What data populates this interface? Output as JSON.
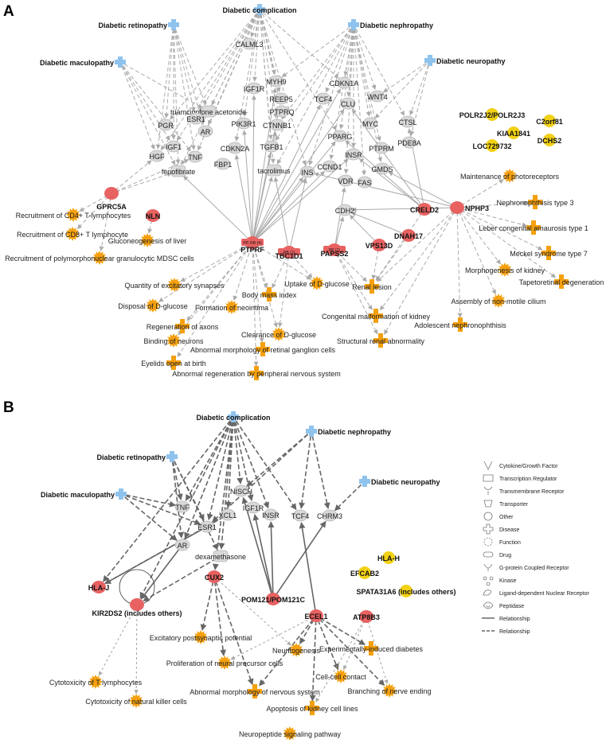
{
  "colors": {
    "disease_blue": "#8fc3ee",
    "function_orange": "#f5a00e",
    "gene_red": "#e86262",
    "gene_yellow": "#f2d114",
    "gene_gray": "#d9d9d9",
    "edge_light": "#aaaaaa",
    "edge_dark": "#666666"
  },
  "panel_a": {
    "label": "A",
    "nodes": [
      {
        "id": "dcomp",
        "label": "Diabetic complication",
        "type": "disease",
        "bold": true
      },
      {
        "id": "dret",
        "label": "Diabetic retinopathy",
        "type": "disease",
        "bold": true
      },
      {
        "id": "dnep",
        "label": "Diabetic nephropathy",
        "type": "disease",
        "bold": true
      },
      {
        "id": "dmac",
        "label": "Diabetic maculopathy",
        "type": "disease",
        "bold": true
      },
      {
        "id": "dneu",
        "label": "Diabetic neuropathy",
        "type": "disease",
        "bold": true
      },
      {
        "id": "calml3",
        "label": "CALML3",
        "type": "gene"
      },
      {
        "id": "myh9",
        "label": "MYH9",
        "type": "gene"
      },
      {
        "id": "cdkn1a",
        "label": "CDKN1A",
        "type": "gene"
      },
      {
        "id": "wnt4",
        "label": "WNT4",
        "type": "gene"
      },
      {
        "id": "igf1r",
        "label": "IGF1R",
        "type": "gene"
      },
      {
        "id": "reep5",
        "label": "REEP5",
        "type": "gene"
      },
      {
        "id": "tcf4",
        "label": "TCF4",
        "type": "gene"
      },
      {
        "id": "clu",
        "label": "CLU",
        "type": "gene"
      },
      {
        "id": "triam",
        "label": "triamcinolone acetonide",
        "type": "drug"
      },
      {
        "id": "esr1",
        "label": "ESR1",
        "type": "gene"
      },
      {
        "id": "ptprq",
        "label": "PTPRQ",
        "type": "gene"
      },
      {
        "id": "pgr",
        "label": "PGR",
        "type": "gene"
      },
      {
        "id": "ar",
        "label": "AR",
        "type": "gene"
      },
      {
        "id": "pik3r1",
        "label": "PIK3R1",
        "type": "gene"
      },
      {
        "id": "ctnnb1",
        "label": "CTNNB1",
        "type": "gene"
      },
      {
        "id": "myc",
        "label": "MYC",
        "type": "gene"
      },
      {
        "id": "ctsl",
        "label": "CTSL",
        "type": "gene"
      },
      {
        "id": "igf1",
        "label": "IGF1",
        "type": "gene"
      },
      {
        "id": "tgfb1",
        "label": "TGFB1",
        "type": "gene"
      },
      {
        "id": "pparg",
        "label": "PPARG",
        "type": "gene"
      },
      {
        "id": "pde8a",
        "label": "PDE8A",
        "type": "gene"
      },
      {
        "id": "hgf",
        "label": "HGF",
        "type": "gene"
      },
      {
        "id": "tnf",
        "label": "TNF",
        "type": "gene"
      },
      {
        "id": "cdkn2a",
        "label": "CDKN2A",
        "type": "gene"
      },
      {
        "id": "insr",
        "label": "INSR",
        "type": "gene"
      },
      {
        "id": "ptprm",
        "label": "PTPRM",
        "type": "gene"
      },
      {
        "id": "fenofibrate",
        "label": "fenofibrate",
        "type": "drug"
      },
      {
        "id": "fbp1",
        "label": "FBP1",
        "type": "gene"
      },
      {
        "id": "tacrolimus",
        "label": "tacrolimus",
        "type": "drug"
      },
      {
        "id": "ins",
        "label": "INS",
        "type": "gene"
      },
      {
        "id": "ccnd1",
        "label": "CCND1",
        "type": "gene"
      },
      {
        "id": "gmds",
        "label": "GMDS",
        "type": "gene"
      },
      {
        "id": "vdr",
        "label": "VDR",
        "type": "gene"
      },
      {
        "id": "fas",
        "label": "FAS",
        "type": "gene"
      },
      {
        "id": "cdh2",
        "label": "CDH2",
        "type": "gene"
      },
      {
        "id": "gprc5a",
        "label": "GPRC5A",
        "type": "red",
        "bold": true
      },
      {
        "id": "nln",
        "label": "NLN",
        "type": "red",
        "bold": true
      },
      {
        "id": "ptprf",
        "label": "PTPRF",
        "type": "red",
        "bold": true,
        "tag": "PP, RB (4)"
      },
      {
        "id": "tbc1d1",
        "label": "TBC1D1",
        "type": "red",
        "bold": true,
        "tag": "RB (1)"
      },
      {
        "id": "papss2",
        "label": "PAPSS2",
        "type": "red",
        "bold": true,
        "tag": "PP (1)"
      },
      {
        "id": "vps13d",
        "label": "VPS13D",
        "type": "red",
        "bold": true
      },
      {
        "id": "dnah17",
        "label": "DNAH17",
        "type": "red",
        "bold": true
      },
      {
        "id": "creld2",
        "label": "CRELD2",
        "type": "red",
        "bold": true
      },
      {
        "id": "nphp3",
        "label": "NPHP3",
        "type": "red",
        "bold": true
      },
      {
        "id": "polr2j2",
        "label": "POLR2J2/POLR2J3",
        "type": "yellow",
        "bold": true
      },
      {
        "id": "c2orf81",
        "label": "C2orf81",
        "type": "yellow",
        "bold": true
      },
      {
        "id": "kiaa1841",
        "label": "KIAA1841",
        "type": "yellow",
        "bold": true
      },
      {
        "id": "dchs2",
        "label": "DCHS2",
        "type": "yellow",
        "bold": true
      },
      {
        "id": "loc729732",
        "label": "LOC729732",
        "type": "yellow",
        "bold": true
      },
      {
        "id": "rec_cd4",
        "label": "Recruitment of CD4+ T-lymphocytes",
        "type": "function"
      },
      {
        "id": "rec_cd8",
        "label": "Recruitment of CD8+ T lymphocyte",
        "type": "function"
      },
      {
        "id": "gluconeo",
        "label": "Gluconeogenesis of liver",
        "type": "function"
      },
      {
        "id": "rec_mdsc",
        "label": "Recruitment of polymorphonuclear granulocytic MDSC cells",
        "type": "function"
      },
      {
        "id": "quant_syn",
        "label": "Quantity of excitatory synapses",
        "type": "function"
      },
      {
        "id": "bmi",
        "label": "Body mass index",
        "type": "disease_o"
      },
      {
        "id": "uptake",
        "label": "Uptake of D-glucose",
        "type": "function"
      },
      {
        "id": "renal_lesion",
        "label": "Renal lesion",
        "type": "disease_o"
      },
      {
        "id": "disposal",
        "label": "Disposal of D-glucose",
        "type": "function"
      },
      {
        "id": "neointima",
        "label": "Formation of neointima",
        "type": "function"
      },
      {
        "id": "regen_axons",
        "label": "Regeneration of axons",
        "type": "disease_o"
      },
      {
        "id": "cong_kidney",
        "label": "Congenital malformation of kidney",
        "type": "disease_o"
      },
      {
        "id": "clearance",
        "label": "Clearance of D-glucose",
        "type": "function"
      },
      {
        "id": "binding",
        "label": "Binding of neurons",
        "type": "function"
      },
      {
        "id": "retinal_gc",
        "label": "Abnormal morphology of retinal ganglion cells",
        "type": "disease_o"
      },
      {
        "id": "struct_renal",
        "label": "Structural renal abnormality",
        "type": "disease_o"
      },
      {
        "id": "eyelids",
        "label": "Eyelids open at birth",
        "type": "disease_o"
      },
      {
        "id": "abn_regen",
        "label": "Abnormal regeneration by peripheral nervous system",
        "type": "disease_o"
      },
      {
        "id": "maint_photo",
        "label": "Maintenance of photoreceptors",
        "type": "function"
      },
      {
        "id": "nephronoph3",
        "label": "Nephronophthisis type 3",
        "type": "disease_o"
      },
      {
        "id": "leber",
        "label": "Leber congenital amaurosis type 1",
        "type": "disease_o"
      },
      {
        "id": "meckel",
        "label": "Meckel syndrome type 7",
        "type": "disease_o"
      },
      {
        "id": "morph_kidney",
        "label": "Morphogenesis of kidney",
        "type": "function"
      },
      {
        "id": "tapeto",
        "label": "Tapetoretinal degeneration",
        "type": "disease_o"
      },
      {
        "id": "assembly",
        "label": "Assembly of non-motile cilium",
        "type": "function"
      },
      {
        "id": "adol_neph",
        "label": "Adolescent nephronophthisis",
        "type": "disease_o"
      }
    ]
  },
  "panel_b": {
    "label": "B",
    "nodes": [
      {
        "id": "dcomp",
        "label": "Diabetic complication",
        "type": "disease",
        "bold": true
      },
      {
        "id": "dnep",
        "label": "Diabetic nephropathy",
        "type": "disease",
        "bold": true
      },
      {
        "id": "dret",
        "label": "Diabetic retinopathy",
        "type": "disease",
        "bold": true
      },
      {
        "id": "dneu",
        "label": "Diabetic neuropathy",
        "type": "disease",
        "bold": true
      },
      {
        "id": "dmac",
        "label": "Diabetic maculopathy",
        "type": "disease",
        "bold": true
      },
      {
        "id": "nisch",
        "label": "NISCH",
        "type": "gene"
      },
      {
        "id": "tnf",
        "label": "TNF",
        "type": "gene"
      },
      {
        "id": "igf1r",
        "label": "IGF1R",
        "type": "gene"
      },
      {
        "id": "xcl1",
        "label": "XCL1",
        "type": "gene"
      },
      {
        "id": "insr",
        "label": "INSR",
        "type": "gene"
      },
      {
        "id": "tcf4",
        "label": "TCF4",
        "type": "gene"
      },
      {
        "id": "chrm3",
        "label": "CHRM3",
        "type": "gene"
      },
      {
        "id": "esr1",
        "label": "ESR1",
        "type": "gene"
      },
      {
        "id": "ar",
        "label": "AR",
        "type": "gene"
      },
      {
        "id": "dexa",
        "label": "dexamethasone",
        "type": "drug"
      },
      {
        "id": "hlah",
        "label": "HLA-H",
        "type": "yellow",
        "bold": true
      },
      {
        "id": "efcab2",
        "label": "EFCAB2",
        "type": "yellow",
        "bold": true
      },
      {
        "id": "spata31a6",
        "label": "SPATA31A6 (includes others)",
        "type": "yellow",
        "bold": true
      },
      {
        "id": "hlaj",
        "label": "HLA-J",
        "type": "red",
        "bold": true
      },
      {
        "id": "cux2",
        "label": "CUX2",
        "type": "red",
        "bold": true
      },
      {
        "id": "pom121",
        "label": "POM121/POM121C",
        "type": "red",
        "bold": true
      },
      {
        "id": "kir2ds2",
        "label": "KIR2DS2 (includes others)",
        "type": "red",
        "bold": true
      },
      {
        "id": "ecel1",
        "label": "ECEL1",
        "type": "red",
        "bold": true
      },
      {
        "id": "atp8b3",
        "label": "ATP8B3",
        "type": "red",
        "bold": true
      },
      {
        "id": "excit_post",
        "label": "Excitatory postsynaptic potential",
        "type": "function"
      },
      {
        "id": "neuritogenesis",
        "label": "Neuritogenesis",
        "type": "function"
      },
      {
        "id": "exp_diab",
        "label": "Experimentally-induced diabetes",
        "type": "disease_o"
      },
      {
        "id": "prolif",
        "label": "Proliferation of neural precursor cells",
        "type": "function"
      },
      {
        "id": "cellcell",
        "label": "Cell-cell contact",
        "type": "function"
      },
      {
        "id": "cyto_t",
        "label": "Cytotoxicity of T lymphocytes",
        "type": "function"
      },
      {
        "id": "branching",
        "label": "Branching of nerve ending",
        "type": "function"
      },
      {
        "id": "abn_nerv",
        "label": "Abnormal morphology of nervous system",
        "type": "disease_o"
      },
      {
        "id": "cyto_nk",
        "label": "Cytotoxicity of natural killer cells",
        "type": "function"
      },
      {
        "id": "apoptosis",
        "label": "Apoptosis of kidney cell lines",
        "type": "disease_o"
      },
      {
        "id": "neuropep",
        "label": "Neuropeptide signaling pathway",
        "type": "function"
      }
    ]
  },
  "legend": {
    "items": [
      {
        "icon": "cytokine-icon",
        "label": "Cytokine/Growth Factor"
      },
      {
        "icon": "transcription-regulator-icon",
        "label": "Transcription Regulator"
      },
      {
        "icon": "transmembrane-receptor-icon",
        "label": "Transmembrane Receptor"
      },
      {
        "icon": "transporter-icon",
        "label": "Transporter"
      },
      {
        "icon": "other-icon",
        "label": "Other"
      },
      {
        "icon": "disease-icon",
        "label": "Disease"
      },
      {
        "icon": "function-icon",
        "label": "Function"
      },
      {
        "icon": "drug-icon",
        "label": "Drug"
      },
      {
        "icon": "gpcr-icon",
        "label": "G-protein Coupled Receptor"
      },
      {
        "icon": "kinase-icon",
        "label": "Kinase"
      },
      {
        "icon": "nuclear-receptor-icon",
        "label": "Ligand-dependent Nuclear Receptor"
      },
      {
        "icon": "peptidase-icon",
        "label": "Peptidase"
      },
      {
        "icon": "solid-line-icon",
        "label": "Relationship"
      },
      {
        "icon": "dashed-line-icon",
        "label": "Relationship"
      }
    ]
  }
}
